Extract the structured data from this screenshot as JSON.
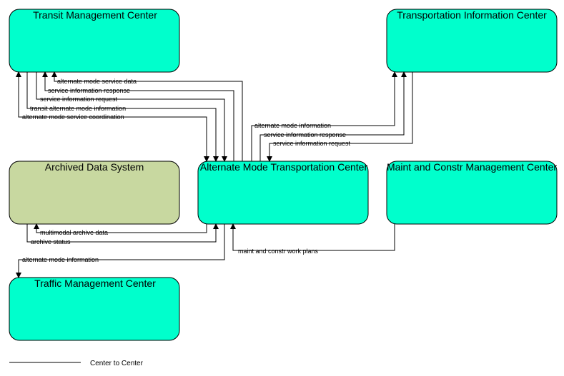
{
  "nodes": {
    "tmc_transit": {
      "label": "Transit Management Center",
      "color": "#00ffcc"
    },
    "tic": {
      "label": "Transportation Information Center",
      "color": "#00ffcc"
    },
    "ads": {
      "label": "Archived Data System",
      "color": "#c8d8a0"
    },
    "amtc": {
      "label": "Alternate Mode Transportation Center",
      "color": "#00ffcc"
    },
    "mcmc": {
      "label": "Maint and Constr Management Center",
      "color": "#00ffcc"
    },
    "traffic": {
      "label": "Traffic Management Center",
      "color": "#00ffcc"
    }
  },
  "flows": {
    "f1": "alternate mode service data",
    "f2": "service information response",
    "f3": "service information request",
    "f4": "transit alternate mode information",
    "f5": "alternate mode service coordination",
    "f6": "alternate mode information",
    "f7": "service information response",
    "f8": "service information request",
    "f9": "multimodal archive data",
    "f10": "archive status",
    "f11": "alternate mode information",
    "f12": "maint and constr work plans"
  },
  "legend": {
    "label": "Center to Center"
  }
}
